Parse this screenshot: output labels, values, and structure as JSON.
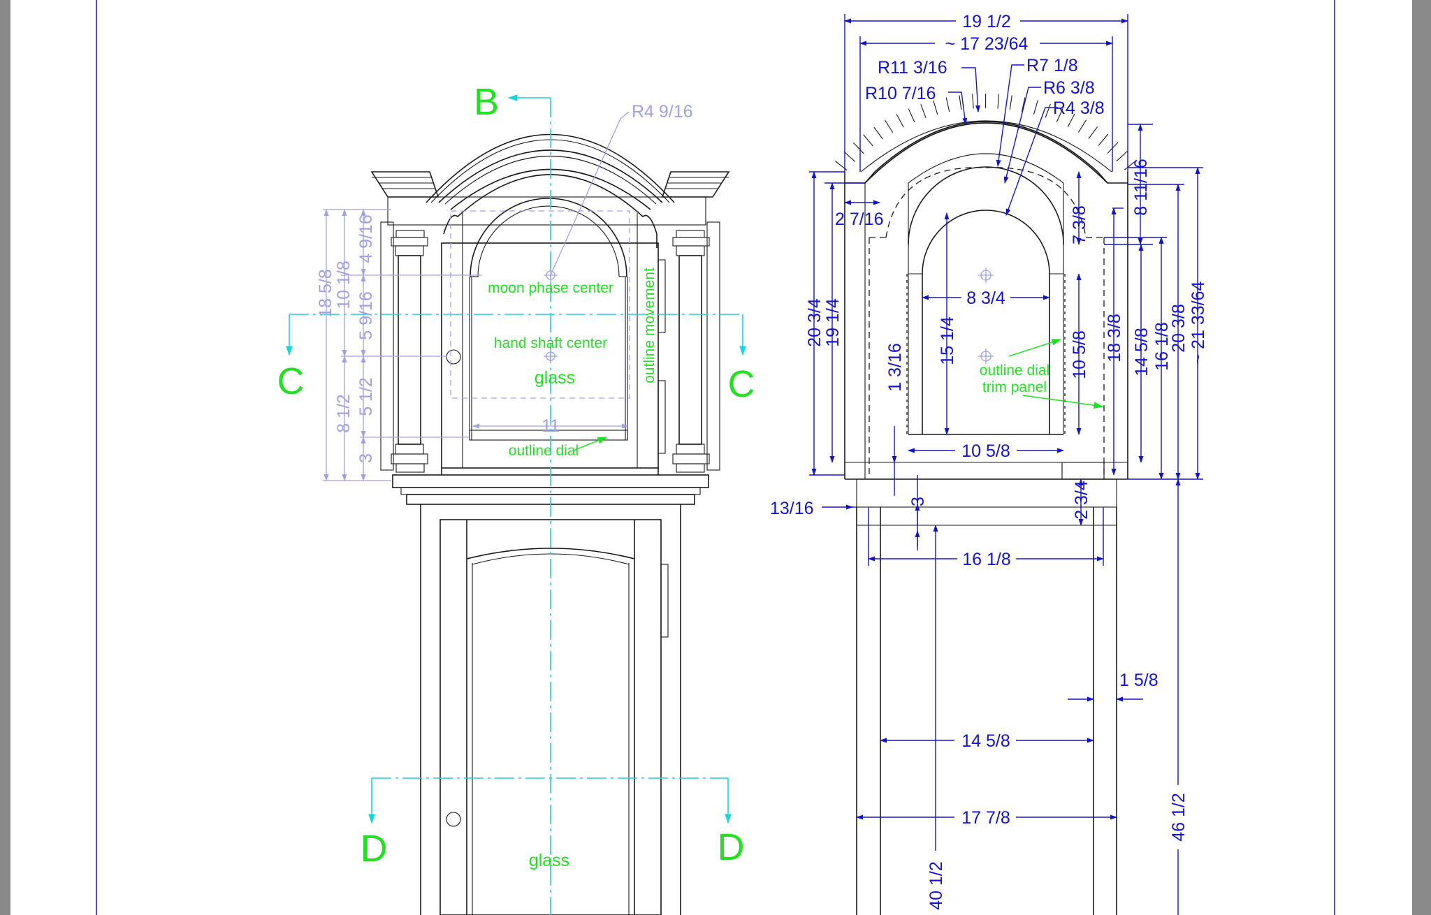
{
  "drawing": {
    "front_view": {
      "section_labels": [
        "B",
        "C",
        "C",
        "D",
        "D"
      ],
      "notes": {
        "moon_phase_center": "moon phase center",
        "hand_shaft_center": "hand shaft center",
        "glass_upper": "glass",
        "glass_lower": "glass",
        "outline_movement": "outline movement",
        "outline_dial": "outline dial"
      },
      "dimensions": {
        "arch_radius": "R4 9/16",
        "dial_width": "11",
        "height_total": "18 5/8",
        "height_upper": "10 1/8",
        "height_lower": "8 1/2",
        "seg_a": "4 9/16",
        "seg_b": "5 9/16",
        "seg_c": "5 1/2",
        "seg_d": "3"
      }
    },
    "side_view": {
      "notes": {
        "trim_panel_line1": "outline dial",
        "trim_panel_line2": "trim panel"
      },
      "dimensions": {
        "top_width": "19 1/2",
        "arch_width": "~ 17 23/64",
        "r1": "R11 3/16",
        "r2": "R10 7/16",
        "r3": "R7 1/8",
        "r4": "R6 3/8",
        "r5": "R4 3/8",
        "left_offset": "2 7/16",
        "h_20_3_4": "20 3/4",
        "h_19_1_4": "19 1/4",
        "h_1_3_16": "1 3/16",
        "h_15_1_4": "15 1/4",
        "w_8_3_4": "8 3/4",
        "w_10_5_8": "10 5/8",
        "h_10_5_8": "10 5/8",
        "h_7_3_8": "7 3/8",
        "h_8_11_16": "8 11/16",
        "h_18_3_8": "18 3/8",
        "h_14_5_8": "14 5/8",
        "h_16_1_8": "16 1/8",
        "h_20_3_8": "20 3/8",
        "h_21_33_64": "~ 21 33/64",
        "w_13_16": "13/16",
        "h_3": "3",
        "h_2_3_4": "2 3/4",
        "w_16_1_8": "16 1/8",
        "w_1_5_8": "1 5/8",
        "w_14_5_8": "14 5/8",
        "w_17_7_8": "17 7/8",
        "h_40_1_2": "40 1/2",
        "h_46_1_2": "46 1/2"
      }
    }
  }
}
